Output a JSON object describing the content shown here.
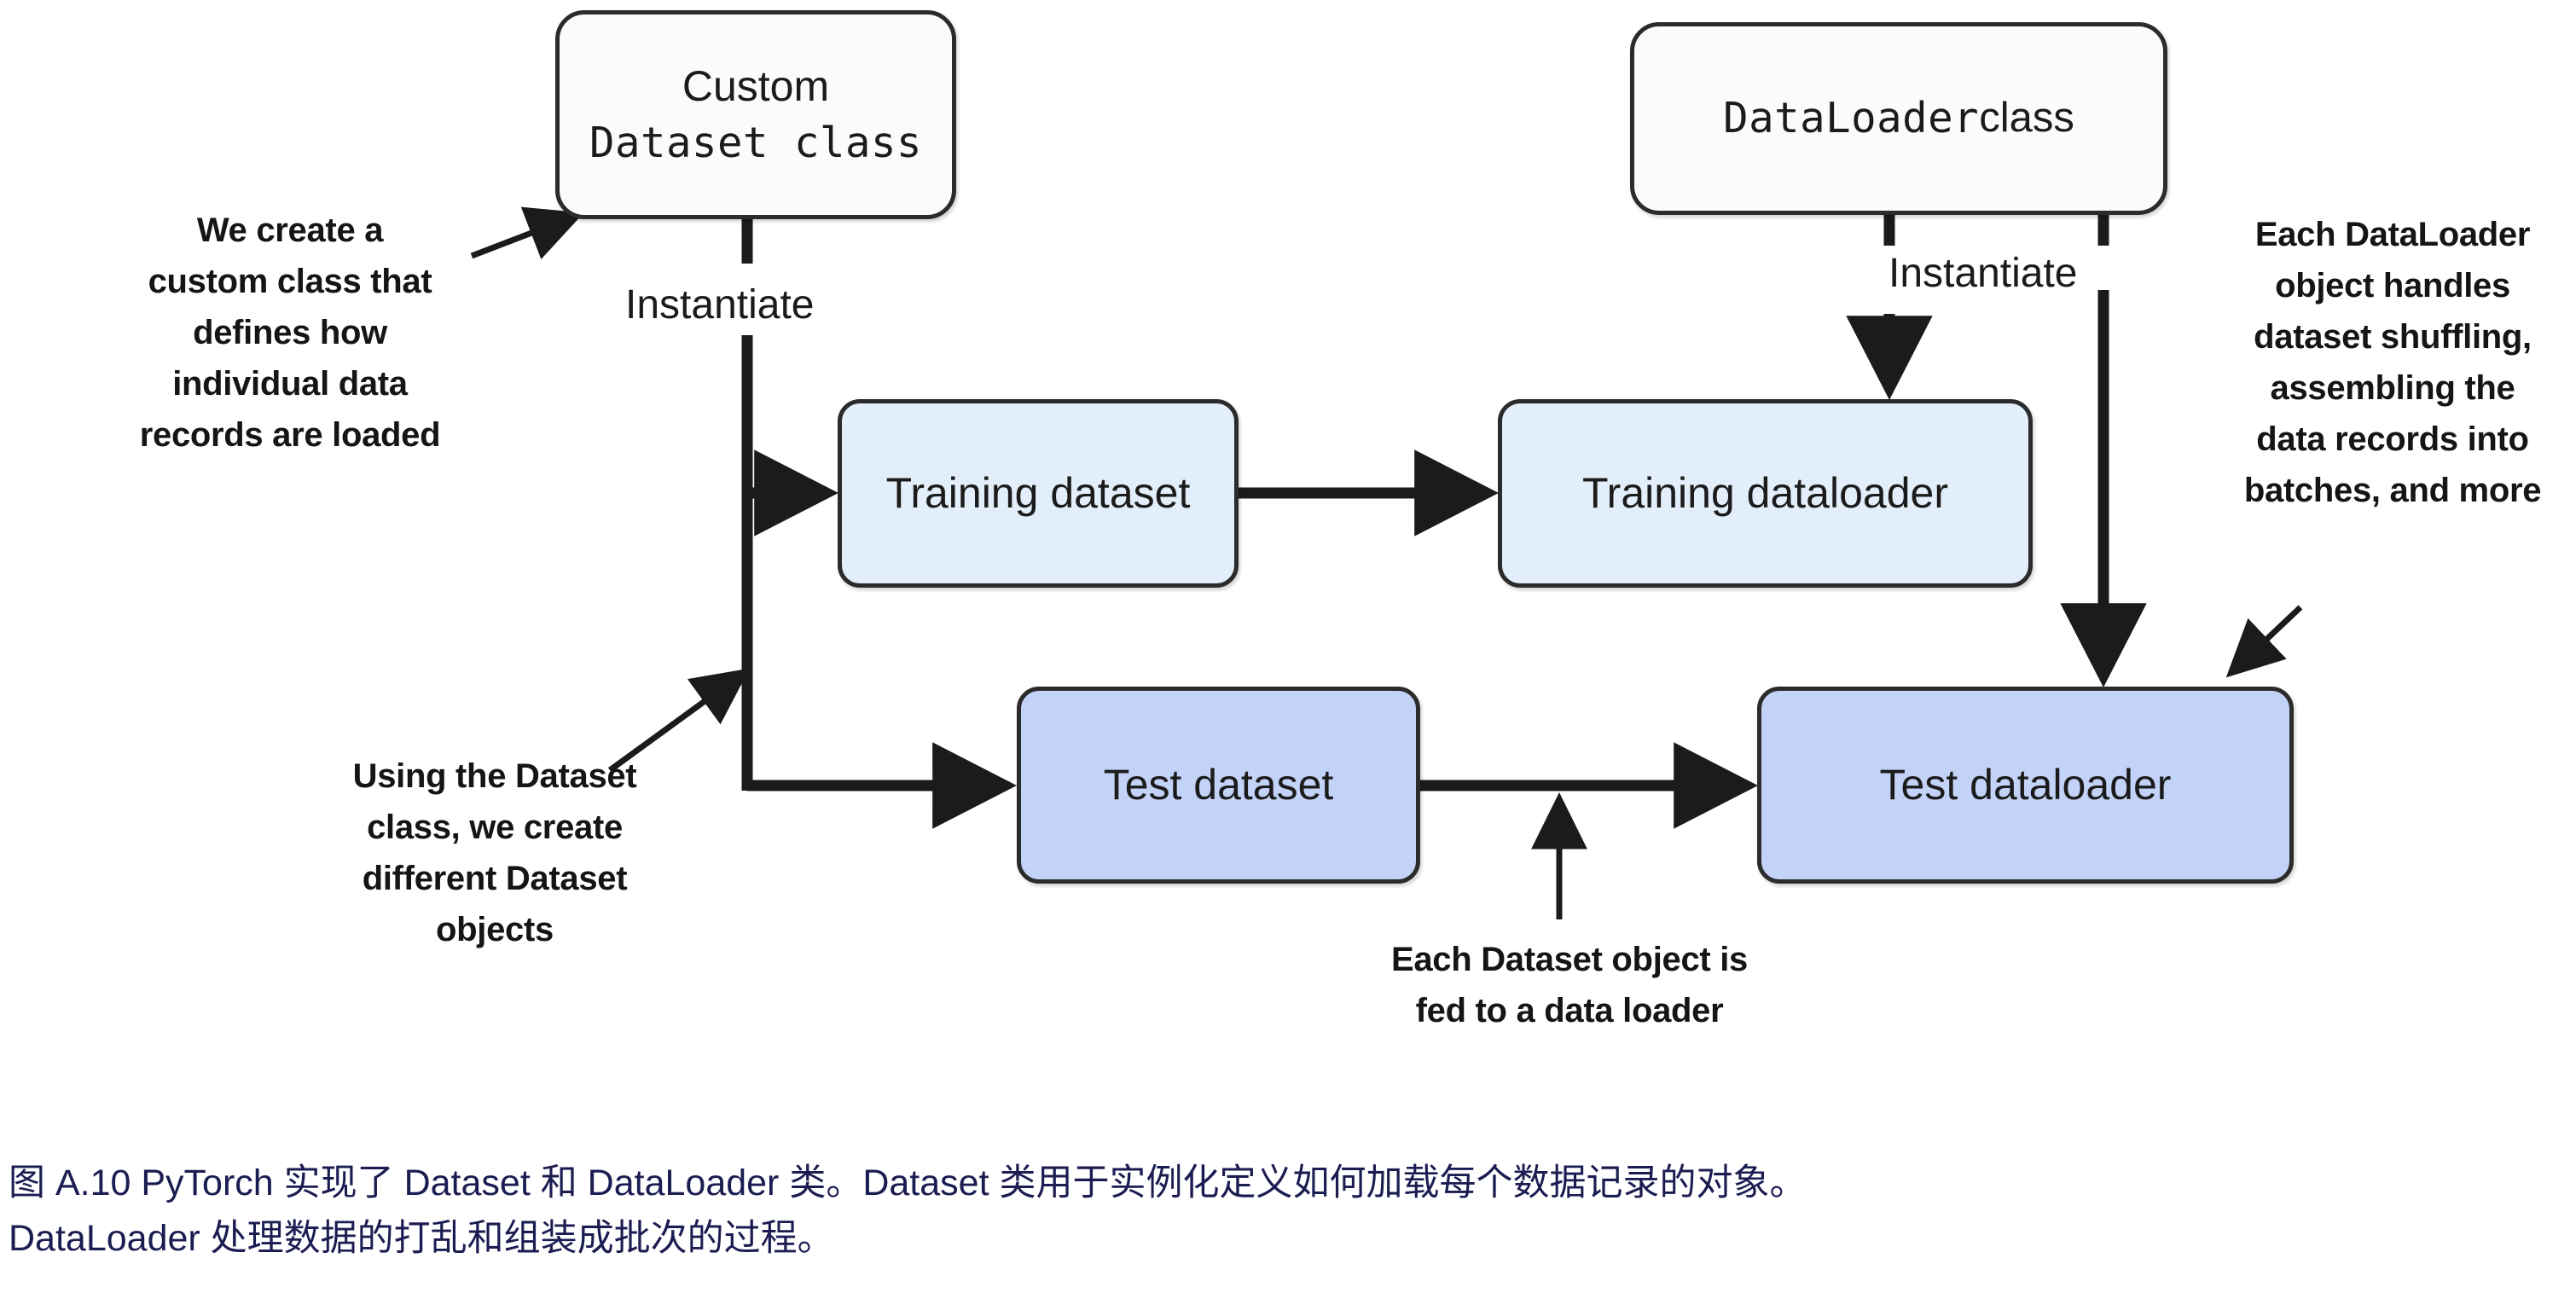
{
  "figure": {
    "title": "PyTorch Dataset and DataLoader class relationship diagram",
    "nodes": {
      "custom_dataset_class": {
        "line1": "Custom",
        "line2": "Dataset class",
        "fill": "#fbfbfb"
      },
      "dataloader_class": {
        "mono_part": "DataLoader",
        "sans_part": " class",
        "fill": "#fbfbfb"
      },
      "training_dataset": {
        "label": "Training dataset",
        "fill": "#e2eef9"
      },
      "training_dataloader": {
        "label": "Training dataloader",
        "fill": "#e2eef9"
      },
      "test_dataset": {
        "label": "Test dataset",
        "fill": "#c3d3f7"
      },
      "test_dataloader": {
        "label": "Test dataloader",
        "fill": "#c3d3f7"
      }
    },
    "flow_labels": {
      "instantiate_left": "Instantiate",
      "instantiate_right": "Instantiate"
    },
    "notes": {
      "create_custom_class": "We create a\ncustom class that\ndefines how\nindividual data\nrecords are loaded",
      "using_dataset_class": "Using the Dataset\nclass, we create\ndifferent Dataset\nobjects",
      "each_dataloader": "Each DataLoader\nobject handles\ndataset shuffling,\nassembling the\ndata records into\nbatches, and more",
      "each_dataset_fed": "Each Dataset object is\nfed to a data loader"
    },
    "colors": {
      "stroke": "#1b1b1b",
      "box_border": "#2b2b2b",
      "light_blue_fill": "#e2eef9",
      "deep_blue_fill": "#c3d3f7",
      "caption_text": "#1b1d52",
      "page_background": "#ffffff"
    }
  },
  "caption": {
    "line1": "图 A.10 PyTorch 实现了 Dataset 和 DataLoader 类。Dataset 类用于实例化定义如何加载每个数据记录的对象。",
    "line2": "DataLoader 处理数据的打乱和组装成批次的过程。"
  }
}
